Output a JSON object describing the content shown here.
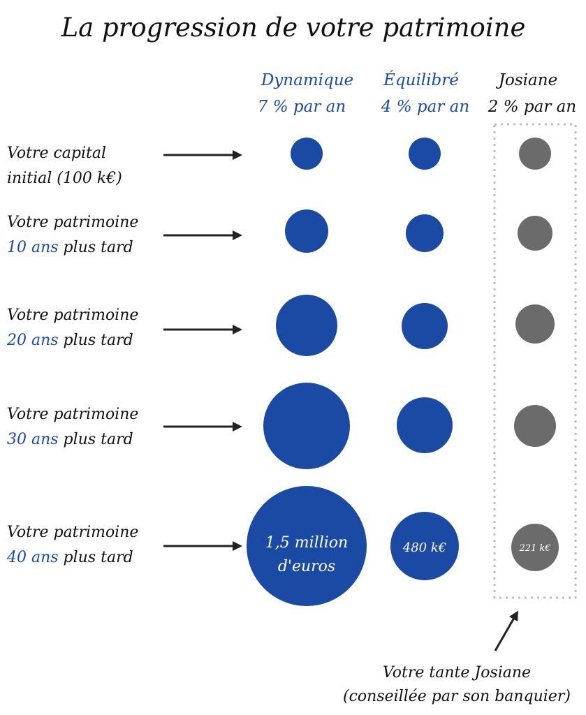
{
  "title": "La progression de votre patrimoine",
  "columns": [
    {
      "name": "Dynamique",
      "rate": "7 % par an",
      "color": "#1a4aa3",
      "name_color": "#1a4aa3",
      "rate_color": "#1a4aa3"
    },
    {
      "name": "Équilibré",
      "rate": "4 % par an",
      "color": "#1a4aa3",
      "name_color": "#1a4aa3",
      "rate_color": "#1a4aa3"
    },
    {
      "name": "Josiane",
      "rate": "2 % par an",
      "color": "#6b6b6b",
      "name_color": "#111111",
      "rate_color": "#111111"
    }
  ],
  "rows": [
    {
      "line1": "Votre capital",
      "line2_highlight": "",
      "line2_rest": "initial (100 k€)"
    },
    {
      "line1": "Votre patrimoine",
      "line2_highlight": "10 ans",
      "line2_rest": " plus tard"
    },
    {
      "line1": "Votre patrimoine",
      "line2_highlight": "20 ans",
      "line2_rest": " plus tard"
    },
    {
      "line1": "Votre patrimoine",
      "line2_highlight": "30 ans",
      "line2_rest": " plus tard"
    },
    {
      "line1": "Votre patrimoine",
      "line2_highlight": "40 ans",
      "line2_rest": " plus tard"
    }
  ],
  "bubble_labels": {
    "dynamique": [
      "1,5 million",
      "d'euros"
    ],
    "equilibre": "480 k€",
    "josiane": "221 k€"
  },
  "note": {
    "line1": "Votre tante Josiane",
    "line2": "(conseillée par son banquier)"
  }
}
